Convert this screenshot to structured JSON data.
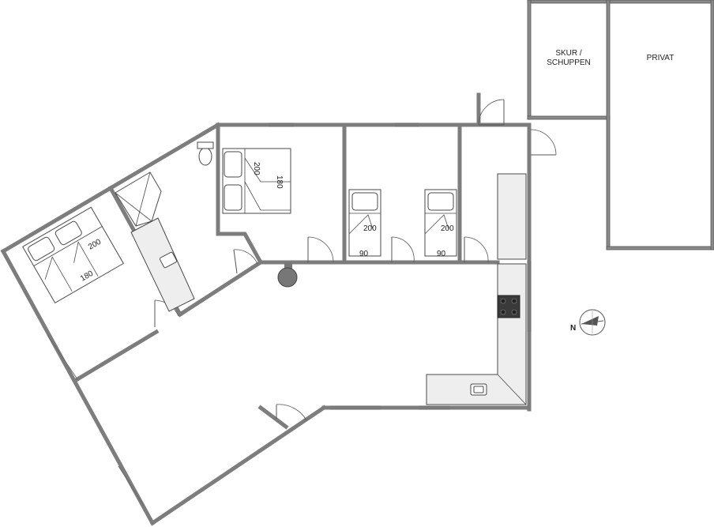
{
  "rooms": {
    "shed": {
      "line1": "SKUR /",
      "line2": "SCHUPPEN"
    },
    "private": {
      "label": "PRIVAT"
    }
  },
  "beds": {
    "bedroom_left": {
      "length": "200",
      "width": "180"
    },
    "bedroom_top": {
      "length": "200",
      "width": "180"
    },
    "bedroom_single_1": {
      "length": "200",
      "width": "90"
    },
    "bedroom_single_2": {
      "length": "200",
      "width": "90"
    }
  },
  "compass": {
    "north_label": "N"
  },
  "colors": {
    "wall": "#8a8a8a",
    "counter": "#eeeeee",
    "hob": "#3a3a3a",
    "stove": "#777777"
  }
}
